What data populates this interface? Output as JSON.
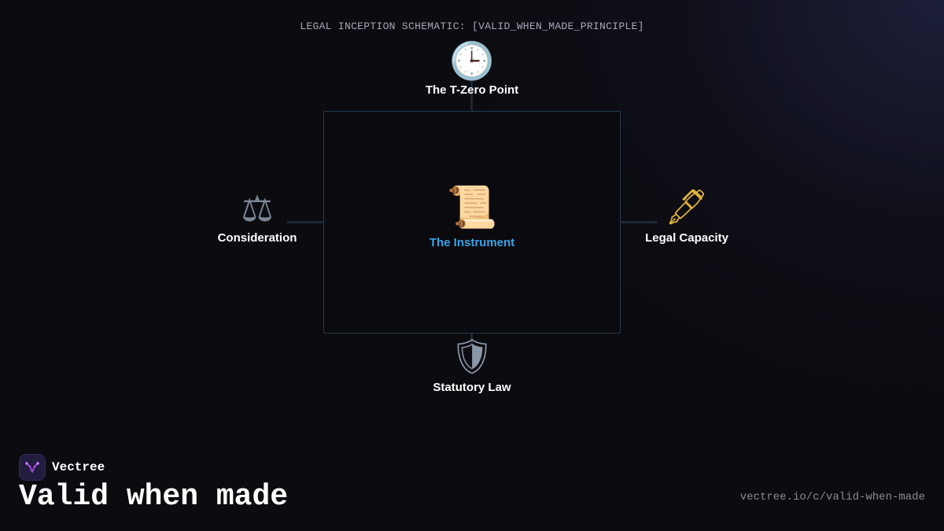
{
  "diagram": {
    "title": "LEGAL INCEPTION SCHEMATIC: [VALID_WHEN_MADE_PRINCIPLE]",
    "nodes": {
      "top": {
        "label": "The T-Zero Point",
        "icon": "clock-icon",
        "glyph": "🕒"
      },
      "center": {
        "label": "The Instrument",
        "icon": "scroll-icon",
        "glyph": "📜",
        "label_color": "#3aa3e6"
      },
      "left": {
        "label": "Consideration",
        "icon": "scales-icon",
        "glyph": "⚖"
      },
      "right": {
        "label": "Legal Capacity",
        "icon": "fountain-pen-icon",
        "glyph": "🖋"
      },
      "bottom": {
        "label": "Statutory Law",
        "icon": "shield-icon",
        "glyph": "🛡"
      }
    }
  },
  "brand": {
    "name": "Vectree",
    "logo_icon": "vectree-logo-icon",
    "accent": "#a64be0"
  },
  "headline": "Valid when made",
  "source_url": "vectree.io/c/valid-when-made",
  "colors": {
    "background": "#0c0b10",
    "box_border": "#223a4f",
    "connector": "#1e2634",
    "title_text": "#a4a8b6"
  }
}
